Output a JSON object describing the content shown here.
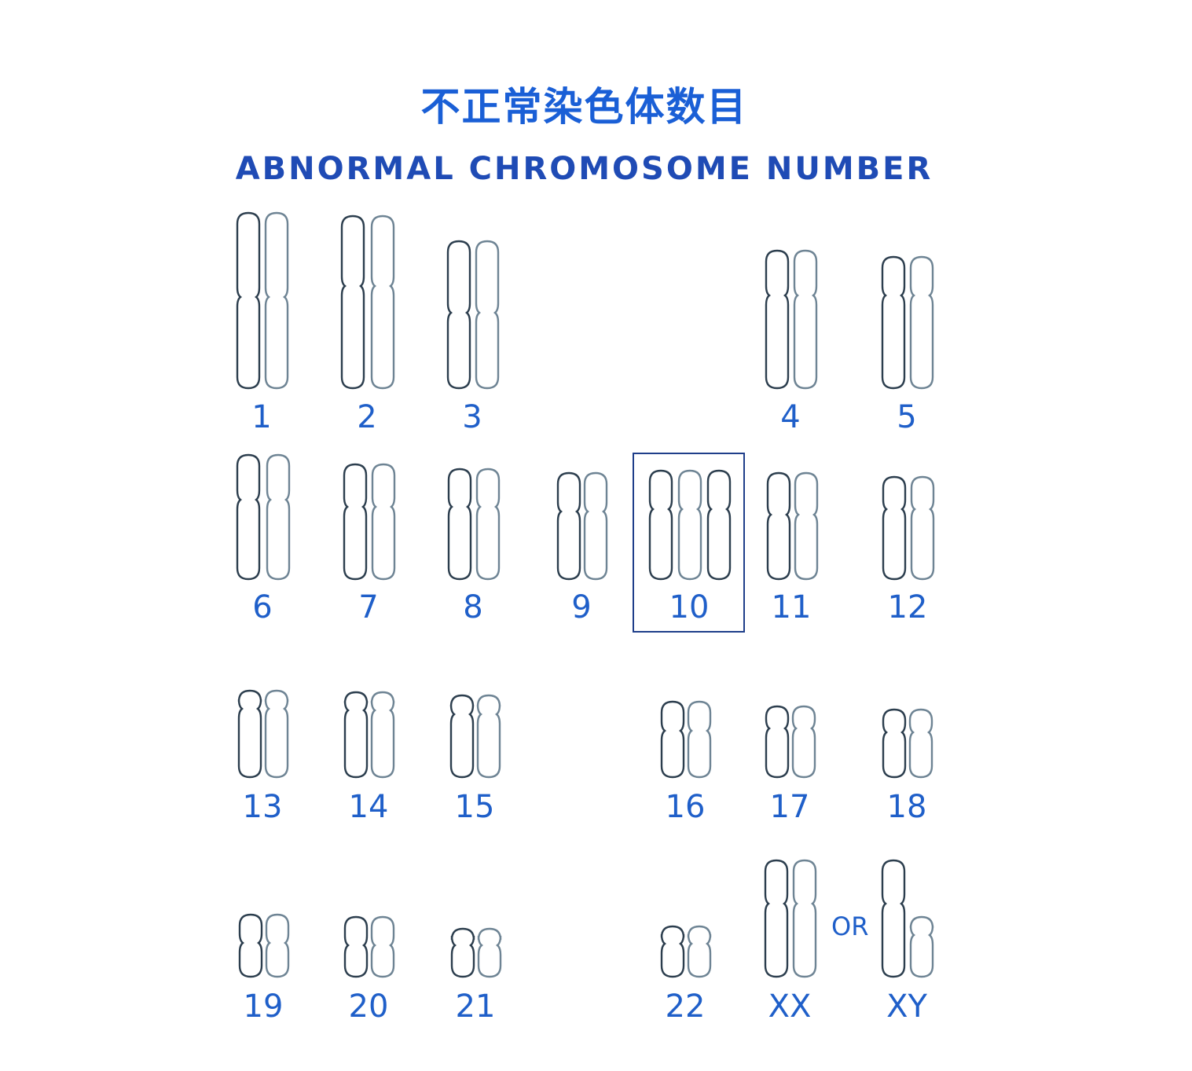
{
  "title_zh": "不正常染色体数目",
  "title_en": "ABNORMAL CHROMOSOME NUMBER",
  "connector_text": "OR",
  "highlight_label": "10",
  "colors": {
    "title": "#1a5fd6",
    "label": "#1f5fc9",
    "outline": "#2c3e4e",
    "outline_light": "#6e8494",
    "box": "#1f3e8a"
  },
  "chromosomes": [
    {
      "label": "1",
      "count": 2
    },
    {
      "label": "2",
      "count": 2
    },
    {
      "label": "3",
      "count": 2
    },
    {
      "label": "4",
      "count": 2
    },
    {
      "label": "5",
      "count": 2
    },
    {
      "label": "6",
      "count": 2
    },
    {
      "label": "7",
      "count": 2
    },
    {
      "label": "8",
      "count": 2
    },
    {
      "label": "9",
      "count": 2
    },
    {
      "label": "10",
      "count": 3
    },
    {
      "label": "11",
      "count": 2
    },
    {
      "label": "12",
      "count": 2
    },
    {
      "label": "13",
      "count": 2
    },
    {
      "label": "14",
      "count": 2
    },
    {
      "label": "15",
      "count": 2
    },
    {
      "label": "16",
      "count": 2
    },
    {
      "label": "17",
      "count": 2
    },
    {
      "label": "18",
      "count": 2
    },
    {
      "label": "19",
      "count": 2
    },
    {
      "label": "20",
      "count": 2
    },
    {
      "label": "21",
      "count": 2
    },
    {
      "label": "22",
      "count": 2
    },
    {
      "label": "XX",
      "count": 2
    },
    {
      "label": "XY",
      "count": 2
    }
  ]
}
